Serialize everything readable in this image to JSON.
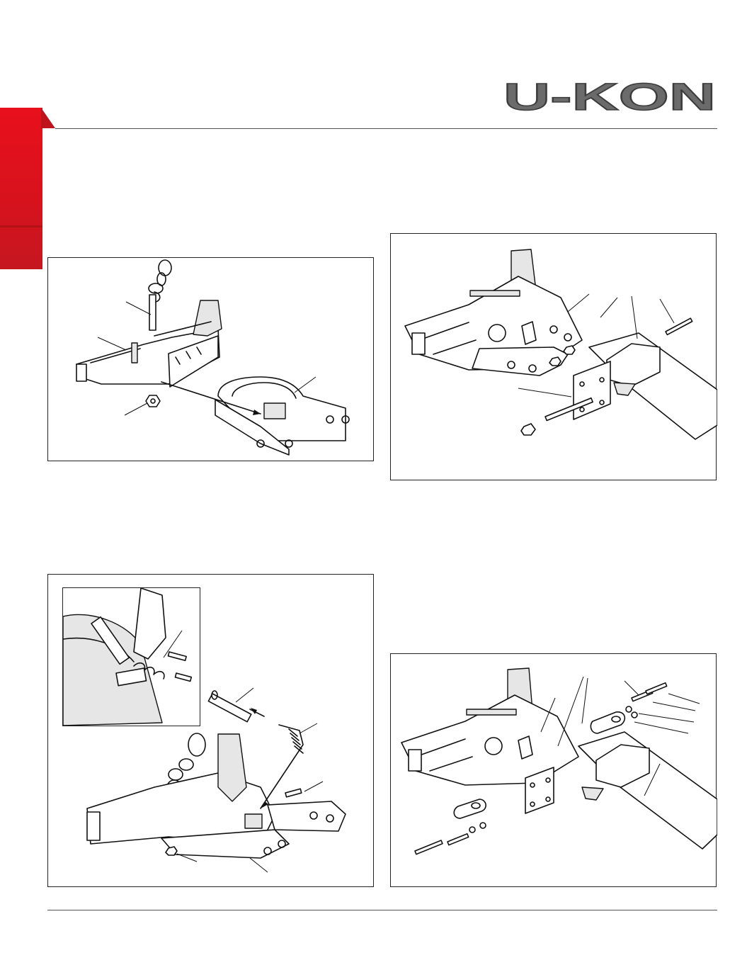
{
  "brand": {
    "logo_text": "U-KON",
    "accent_color": "#e8101c",
    "logo_color": "#6b6b6b"
  },
  "figures": [
    {
      "id": "fig1",
      "subject": "coupler-head-with-pin-and-chain"
    },
    {
      "id": "fig2",
      "subject": "coupler-mounting-to-drawbar"
    },
    {
      "id": "fig3",
      "subject": "latch-spring-detail"
    },
    {
      "id": "fig4",
      "subject": "drawbar-eye-attachment"
    }
  ]
}
